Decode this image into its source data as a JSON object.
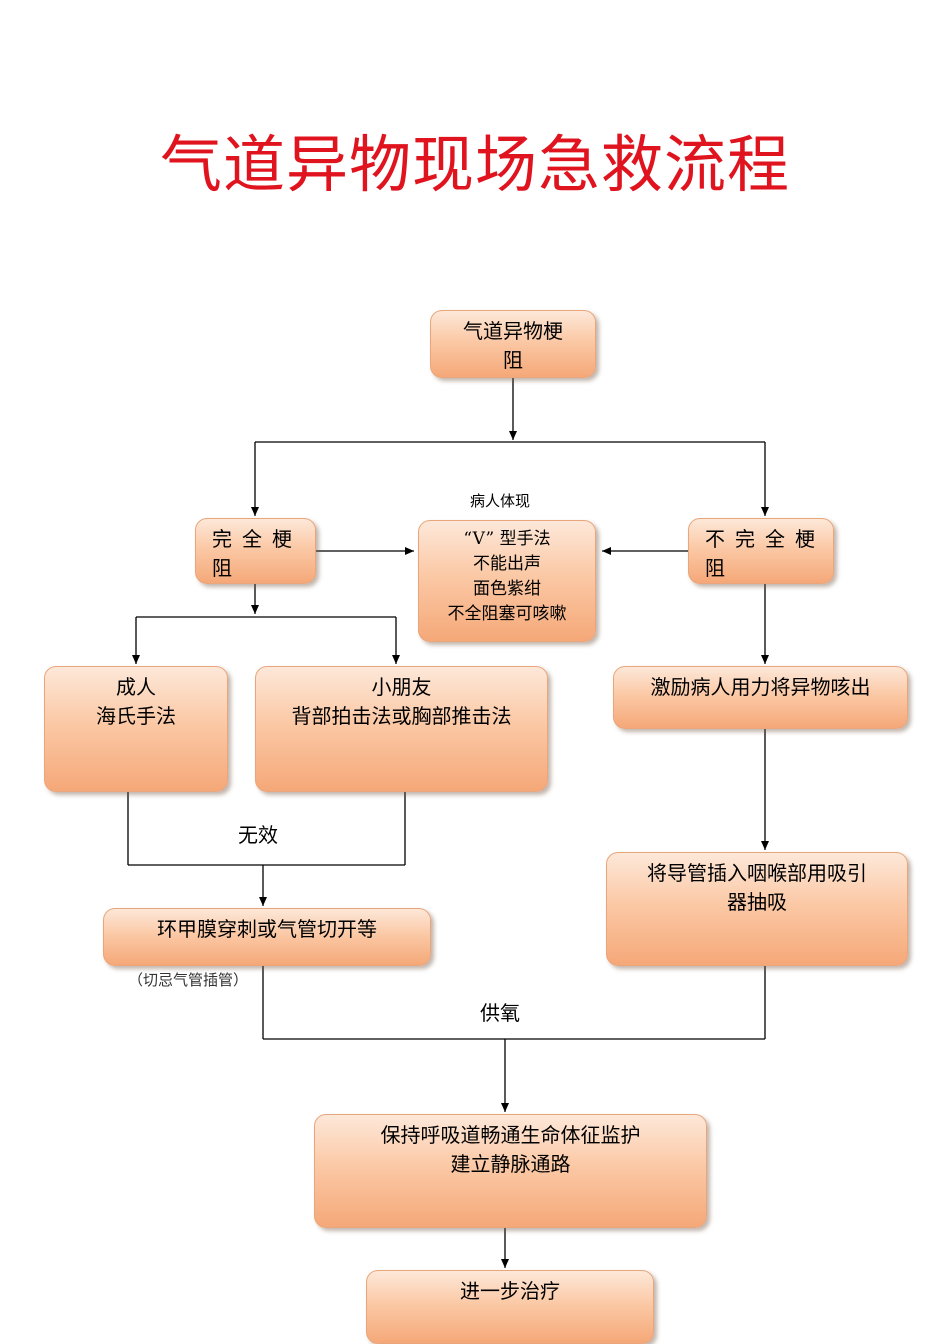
{
  "title": "气道异物现场急救流程",
  "nodes": {
    "start": [
      "气道异物梗",
      "阻"
    ],
    "complete": [
      "完全梗",
      "阻"
    ],
    "incomplete": [
      "不完全梗",
      "阻"
    ],
    "symptoms": [
      "“V” 型手法",
      "不能出声",
      "面色紫绀",
      "不全阻塞可咳嗽"
    ],
    "adult": [
      "成人",
      "海氏手法"
    ],
    "child": [
      "小朋友",
      "背部拍击法或胸部推击法"
    ],
    "encourage": [
      "激励病人用力将异物咳出"
    ],
    "suction": [
      "将导管插入咽喉部用吸引",
      "器抽吸"
    ],
    "cricothyroid": [
      "环甲膜穿刺或气管切开等"
    ],
    "maintain": [
      "保持呼吸道畅通生命体征监护",
      "建立静脉通路"
    ],
    "further": [
      "进一步治疗"
    ]
  },
  "labels": {
    "symptoms_header": "病人体现",
    "ineffective": "无效",
    "no_intubation": "（切忌气管插管）",
    "oxygen": "供氧"
  }
}
